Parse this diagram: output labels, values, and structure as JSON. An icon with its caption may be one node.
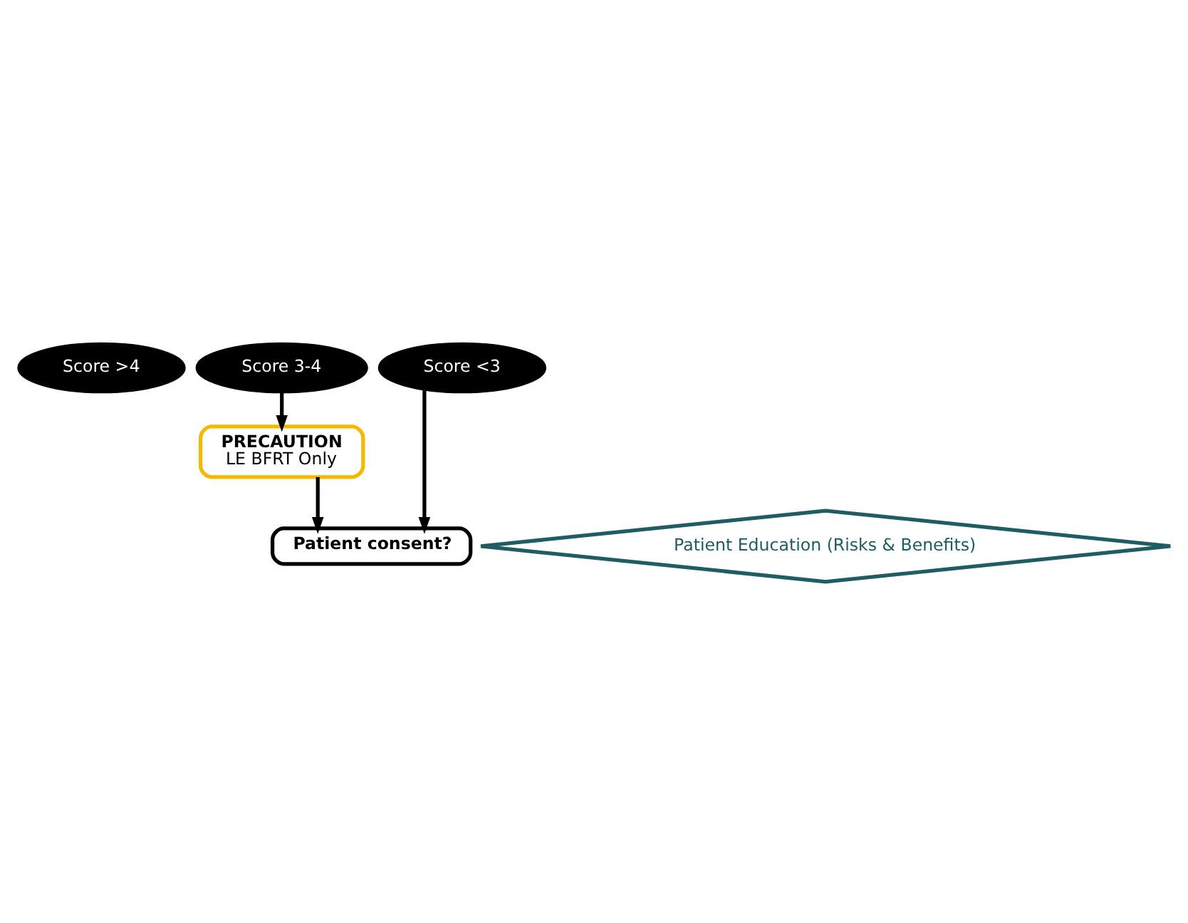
{
  "diagram": {
    "nodes": [
      {
        "text": [
          "Score >4"
        ]
      },
      {
        "text": [
          "Score 3-4"
        ]
      },
      {
        "text": [
          "Score <3"
        ]
      },
      {
        "text": [
          "PRECAUTION",
          "LE BFRT Only"
        ]
      },
      {
        "text": [
          "Patient consent?"
        ]
      },
      {
        "text": [
          "Patient Education (Risks & Benefits)"
        ]
      }
    ],
    "edges": [
      {
        "from": 1,
        "to": 3,
        "arrow": "to"
      },
      {
        "from": 3,
        "to": 4,
        "arrow": "to"
      },
      {
        "from": 2,
        "to": 4,
        "arrow": "to"
      }
    ]
  }
}
